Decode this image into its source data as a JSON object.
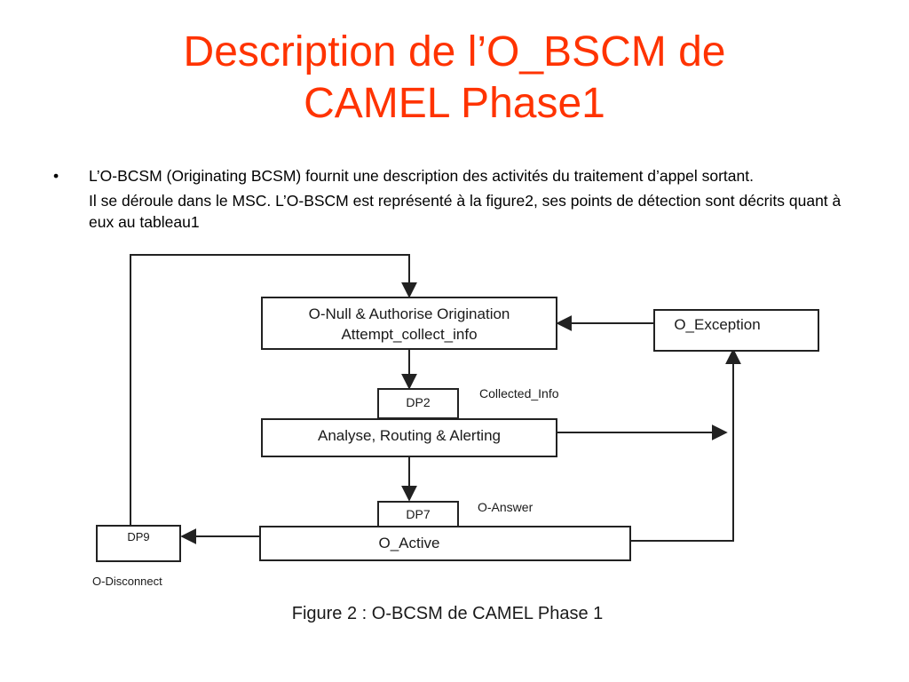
{
  "slide": {
    "title_line1": "Description de l’O_BSCM de",
    "title_line2": "CAMEL Phase1",
    "bullet_symbol": "•",
    "bullet_line1": "L’O-BCSM (Originating BCSM) fournit une description des activités du traitement  d’appel sortant.",
    "bullet_line2": "Il se déroule dans le MSC. L’O-BSCM est représenté à la figure2, ses points de détection sont décrits quant à eux au tableau1"
  },
  "figure": {
    "box_null_line1": "O-Null & Authorise Origination",
    "box_null_line2": "Attempt_collect_info",
    "box_exception": "O_Exception",
    "dp2": "DP2",
    "dp2_label": "Collected_Info",
    "box_analyse": "Analyse, Routing & Alerting",
    "dp7": "DP7",
    "dp7_label": "O-Answer",
    "box_active": "O_Active",
    "dp9": "DP9",
    "dp9_label": "O-Disconnect",
    "caption": "Figure 2 : O-BCSM de CAMEL Phase 1"
  },
  "colors": {
    "title": "#ff3300",
    "text": "#000000",
    "diagram_lines": "#222222"
  }
}
